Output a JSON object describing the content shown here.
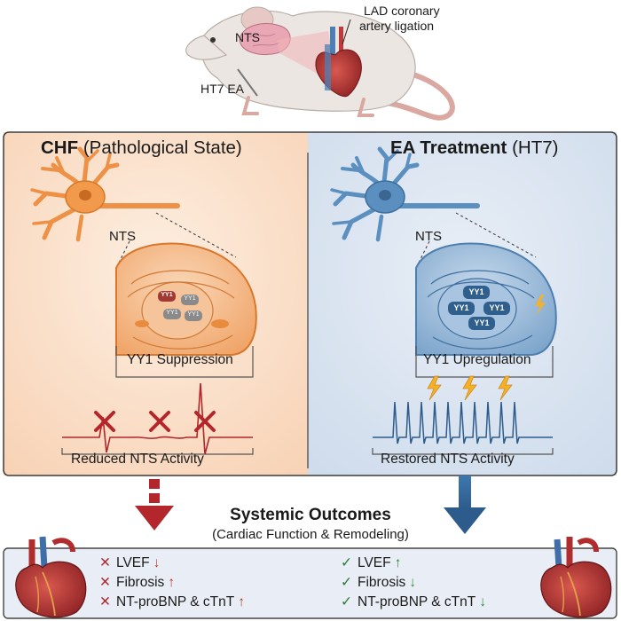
{
  "top": {
    "nts_label": "NTS",
    "lad_label_line1": "LAD coronary",
    "lad_label_line2": "artery ligation",
    "ea_label": "HT7 EA"
  },
  "left_panel": {
    "title_bold": "CHF",
    "title_rest": " (Pathological State)",
    "nts_label": "NTS",
    "yy1_label": "YY1",
    "state_label": "YY1 Suppression",
    "activity_label": "Reduced NTS Activity"
  },
  "right_panel": {
    "title_bold": "EA Treatment",
    "title_rest": " (HT7)",
    "nts_label": "NTS",
    "yy1_label": "YY1",
    "state_label": "YY1 Upregulation",
    "activity_label": "Restored NTS Activity"
  },
  "outcomes": {
    "title": "Systemic Outcomes",
    "subtitle": "(Cardiac Function & Remodeling)",
    "left_items": [
      {
        "mark": "✕",
        "text": "LVEF",
        "arrow": "↓"
      },
      {
        "mark": "✕",
        "text": "Fibrosis",
        "arrow": "↑"
      },
      {
        "mark": "✕",
        "text": "NT-proBNP & cTnT",
        "arrow": "↑"
      }
    ],
    "right_items": [
      {
        "mark": "✓",
        "text": "LVEF",
        "arrow": "↑"
      },
      {
        "mark": "✓",
        "text": "Fibrosis",
        "arrow": "↓"
      },
      {
        "mark": "✓",
        "text": "NT-proBNP & cTnT",
        "arrow": "↓"
      }
    ]
  },
  "colors": {
    "left_bg": "#fbe1cc",
    "right_bg": "#dce6f2",
    "orange_neuron": "#f19a4c",
    "blue_neuron": "#5b8fc0",
    "red_arrow": "#b3262b",
    "blue_arrow": "#3a6ea0",
    "yy1_blue": "#2f5f8d",
    "heart_red": "#b8393a"
  }
}
